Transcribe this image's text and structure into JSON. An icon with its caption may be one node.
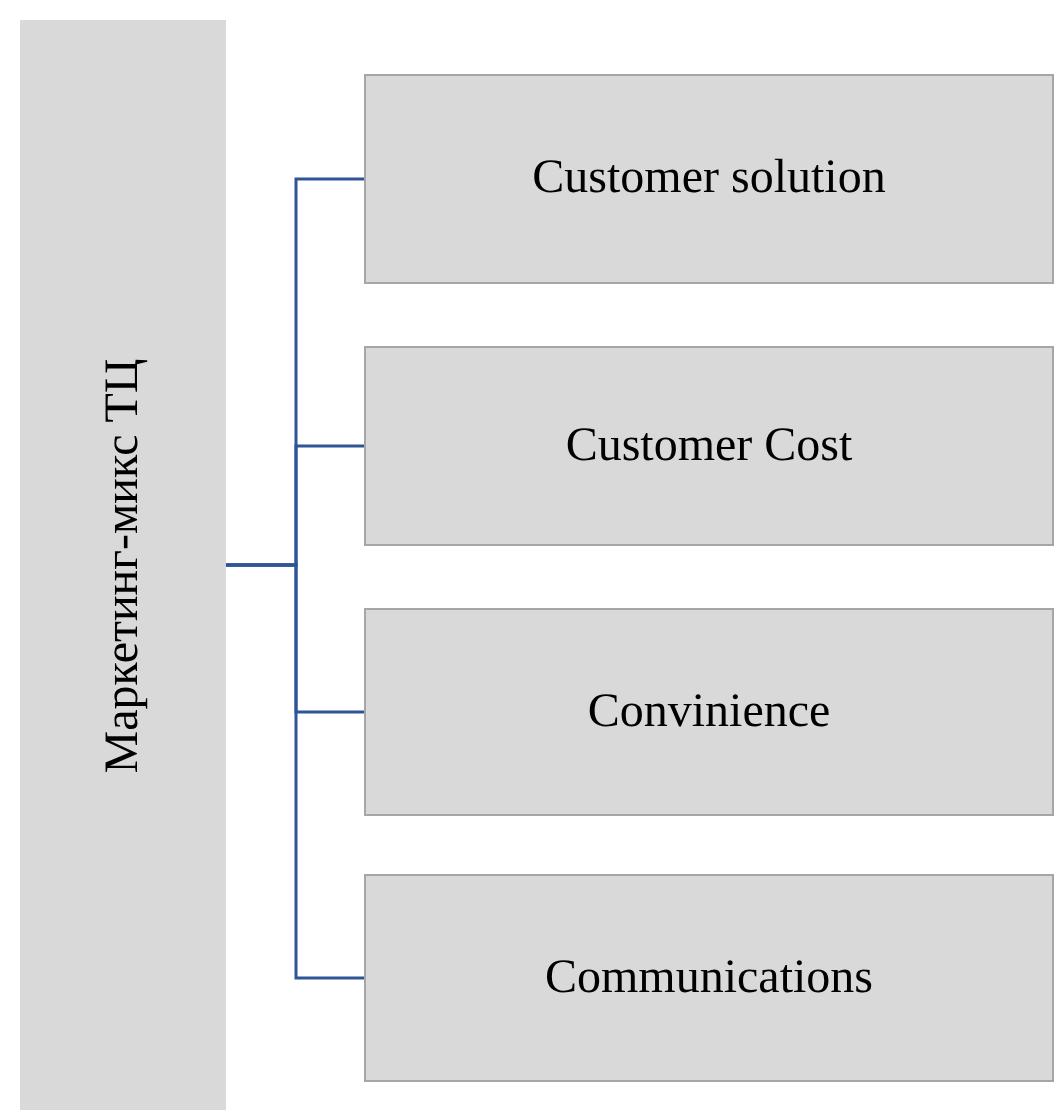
{
  "diagram": {
    "nodes": [
      {
        "text": [
          "Маркетинг-микс ТЦ"
        ]
      },
      {
        "text": [
          "Customer solution"
        ]
      },
      {
        "text": [
          "Customer Cost"
        ]
      },
      {
        "text": [
          "Convinience"
        ]
      },
      {
        "text": [
          "Communications"
        ]
      }
    ],
    "edges": [
      {
        "from": 0,
        "to": 1,
        "arrow": "none"
      },
      {
        "from": 0,
        "to": 2,
        "arrow": "none"
      },
      {
        "from": 0,
        "to": 3,
        "arrow": "none"
      },
      {
        "from": 0,
        "to": 4,
        "arrow": "none"
      }
    ]
  }
}
